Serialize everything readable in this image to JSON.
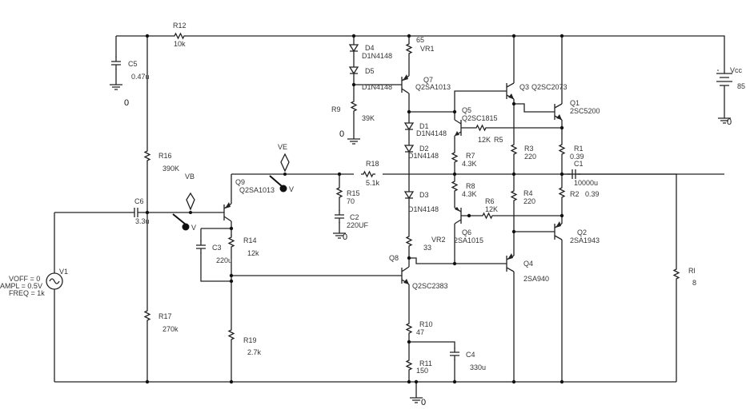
{
  "title": "Audio power amplifier schematic",
  "colors": {
    "wire": "#222222",
    "text": "#333333",
    "background": "#ffffff"
  },
  "components": {
    "R12": {
      "ref": "R12",
      "value": "10k"
    },
    "C5": {
      "ref": "C5",
      "value": "0.47u"
    },
    "R16": {
      "ref": "R16",
      "value": "390K"
    },
    "R17": {
      "ref": "R17",
      "value": "270k"
    },
    "C6": {
      "ref": "C6",
      "value": "3.3u"
    },
    "V1": {
      "ref": "V1",
      "voff": "VOFF = 0",
      "ampl": "AMPL = 0.5V",
      "freq": "FREQ = 1k"
    },
    "Q9": {
      "ref": "Q9",
      "model": "Q2SA1013"
    },
    "R14": {
      "ref": "R14",
      "value": "12k"
    },
    "C3": {
      "ref": "C3",
      "value": "220u"
    },
    "R19": {
      "ref": "R19",
      "value": "2.7k"
    },
    "R18": {
      "ref": "R18",
      "value": "5.1k"
    },
    "R15": {
      "ref": "R15",
      "value": "70"
    },
    "C2": {
      "ref": "C2",
      "value": "220UF"
    },
    "D4": {
      "ref": "D4",
      "model": "D1N4148"
    },
    "D5": {
      "ref": "D5",
      "model": "D1N4148"
    },
    "R9": {
      "ref": "R9",
      "value": "39K"
    },
    "VR1": {
      "ref": "VR1",
      "value": "65"
    },
    "Q7": {
      "ref": "Q7",
      "model": "Q2SA1013"
    },
    "D1": {
      "ref": "D1",
      "model": "D1N4148"
    },
    "D2": {
      "ref": "D2",
      "model": "D1N4148"
    },
    "D3": {
      "ref": "D3",
      "model": "D1N4148"
    },
    "VR2": {
      "ref": "VR2",
      "value": "33"
    },
    "Q8": {
      "ref": "Q8",
      "model": "Q2SC2383"
    },
    "R10": {
      "ref": "R10",
      "value": "47"
    },
    "R11": {
      "ref": "R11",
      "value": "150"
    },
    "C4": {
      "ref": "C4",
      "value": "330u"
    },
    "Q5": {
      "ref": "Q5",
      "model": "Q2SC1815"
    },
    "R5": {
      "ref": "R5",
      "value": "12K"
    },
    "R7": {
      "ref": "R7",
      "value": "4.3K"
    },
    "R8": {
      "ref": "R8",
      "value": "4.3K"
    },
    "Q6": {
      "ref": "Q6",
      "model": "2SA1015"
    },
    "R6": {
      "ref": "R6",
      "value": "12K"
    },
    "Q3": {
      "ref": "Q3",
      "model": "Q2SC2073"
    },
    "R3": {
      "ref": "R3",
      "value": "220"
    },
    "R4": {
      "ref": "R4",
      "value": "220"
    },
    "Q4": {
      "ref": "Q4",
      "model": "2SA940"
    },
    "Q1": {
      "ref": "Q1",
      "model": "2SC5200"
    },
    "R1": {
      "ref": "R1",
      "value": "0.39"
    },
    "R2": {
      "ref": "R2",
      "value": "0.39"
    },
    "C1": {
      "ref": "C1",
      "value": "10000u"
    },
    "Q2": {
      "ref": "Q2",
      "model": "2SA1943"
    },
    "Rl": {
      "ref": "Rl",
      "value": "8"
    },
    "Vcc": {
      "ref": "Vcc",
      "value": "85"
    }
  },
  "probes": {
    "VB": "VB",
    "VE": "VE",
    "probe_unit": "V"
  },
  "ground_label": "0"
}
